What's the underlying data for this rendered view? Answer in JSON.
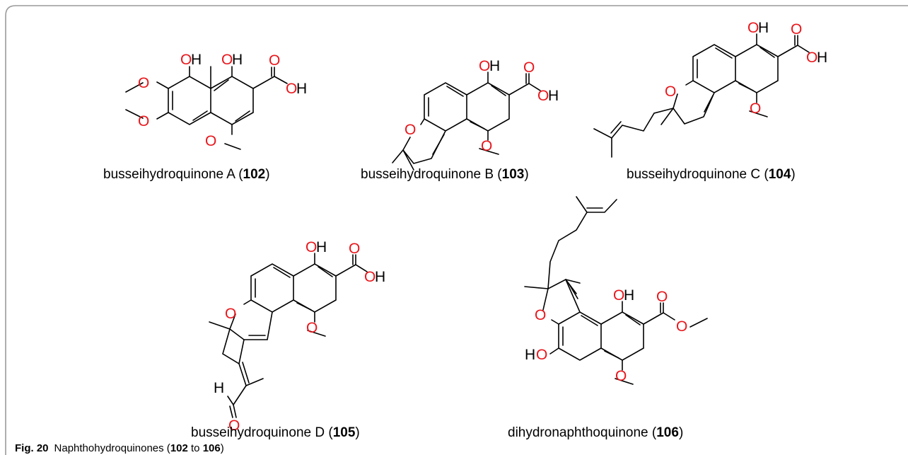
{
  "figure": {
    "label": "Fig. 20",
    "caption_prefix": "Naphthohydroquinones (",
    "caption_from": "102",
    "caption_mid": " to ",
    "caption_to": "106",
    "caption_suffix": ")"
  },
  "compounds": [
    {
      "name": "busseihydroquinone A (",
      "number": "102",
      "close": ")"
    },
    {
      "name": "busseihydroquinone B (",
      "number": "103",
      "close": ")"
    },
    {
      "name": "busseihydroquinone C (",
      "number": "104",
      "close": ")"
    },
    {
      "name": "busseihydroquinone D (",
      "number": "105",
      "close": ")"
    },
    {
      "name": "dihydronaphthoquinone (",
      "number": "106",
      "close": ")"
    }
  ],
  "atoms": {
    "oxygen": "O",
    "hydrogen": "H",
    "hydroxyl": "OH",
    "ho": "HO"
  },
  "colors": {
    "oxygen": "#e8161b",
    "bond": "#000000",
    "frame": "#9a9a9a"
  }
}
